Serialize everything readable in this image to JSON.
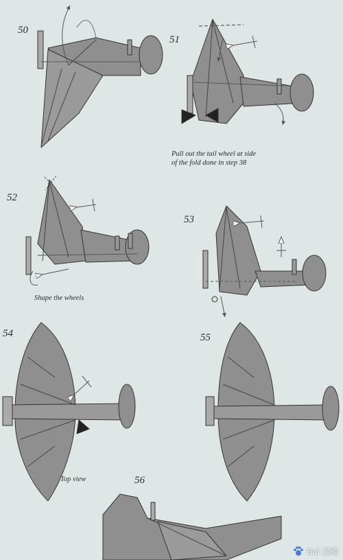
{
  "steps": [
    {
      "number": "50"
    },
    {
      "number": "51",
      "caption_line1": "Pull out the tail wheel at side",
      "caption_line2": "of the fold done in step 38"
    },
    {
      "number": "52",
      "caption": "Shape the wheels"
    },
    {
      "number": "53"
    },
    {
      "number": "54",
      "caption": "Top view"
    },
    {
      "number": "55"
    },
    {
      "number": "56"
    }
  ],
  "watermark": {
    "text": "Bai 经验",
    "icon": "paw-icon"
  },
  "colors": {
    "background": "#dfe6e6",
    "paper": "#8f8f8f",
    "paper_light": "#a4a4a4",
    "line": "#3a3a3a",
    "arrow": "#555555"
  }
}
